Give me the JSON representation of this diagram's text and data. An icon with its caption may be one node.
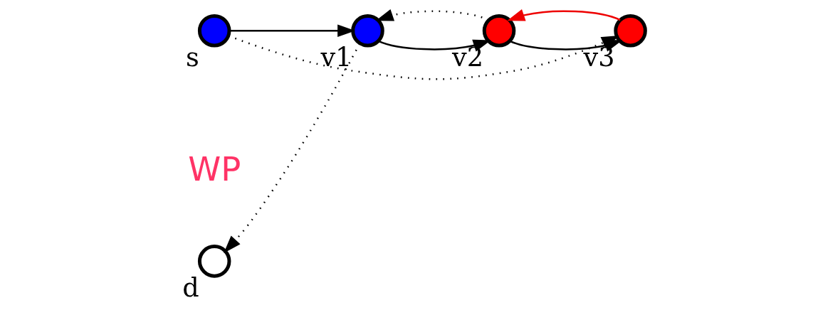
{
  "diagram": {
    "nodes": [
      {
        "text": [],
        "shape": "circle",
        "beside": [
          "s"
        ]
      },
      {
        "text": [],
        "shape": "circle",
        "beside": [
          "v1"
        ]
      },
      {
        "text": [],
        "shape": "circle",
        "beside": [
          "v2"
        ]
      },
      {
        "text": [],
        "shape": "circle",
        "beside": [
          "v3"
        ]
      },
      {
        "text": [],
        "shape": "circle",
        "beside": [
          "d"
        ]
      }
    ],
    "edges": [
      {
        "from": 0,
        "to": 1,
        "arrow": "to"
      },
      {
        "from": 1,
        "to": 2,
        "arrow": "to"
      },
      {
        "from": 2,
        "to": 3,
        "arrow": "to"
      },
      {
        "from": 3,
        "to": 2,
        "arrow": "to",
        "color": "#ee0000"
      },
      {
        "from": 0,
        "to": 3,
        "arrow": "to",
        "style": "dashed"
      },
      {
        "from": 2,
        "to": 1,
        "arrow": "to",
        "style": "dashed"
      },
      {
        "from": 1,
        "to": 4,
        "arrow": "to",
        "style": "dashed"
      }
    ],
    "labels": [
      "WP"
    ]
  }
}
